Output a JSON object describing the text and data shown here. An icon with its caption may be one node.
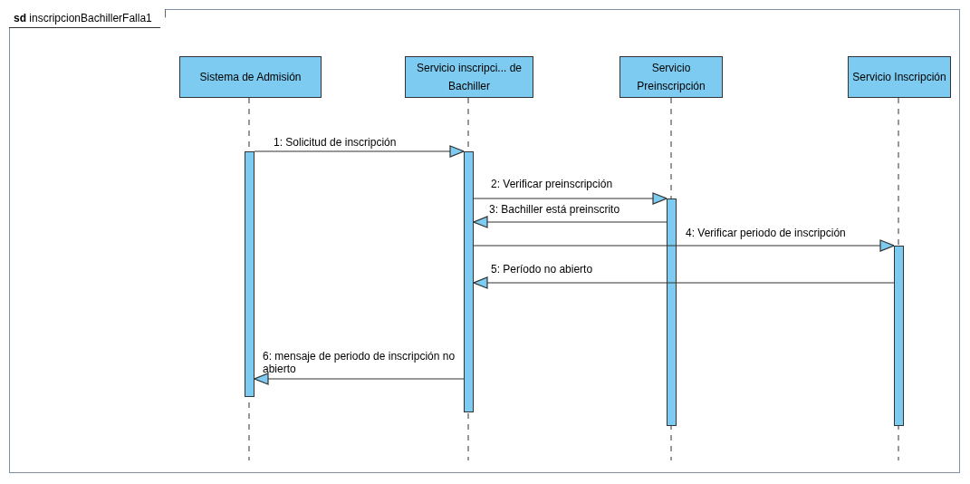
{
  "diagram": {
    "title": "**sd** inscripcionBachillerFalla1",
    "nodes": [
      {
        "text": [
          "Sistema de Admisión"
        ]
      },
      {
        "text": [
          "Servicio inscripci... de Bachiller"
        ]
      },
      {
        "text": [
          "Servicio Preinscripción"
        ]
      },
      {
        "text": [
          "Servicio Inscripción"
        ]
      },
      {
        "text": [],
        "shape": "bar"
      },
      {
        "text": [],
        "shape": "bar"
      },
      {
        "text": [],
        "shape": "bar"
      },
      {
        "text": [],
        "shape": "bar"
      }
    ],
    "edges": [
      {
        "from": 4,
        "to": 5,
        "arrow": "to",
        "label": "1: Solicitud de inscripción"
      },
      {
        "from": 5,
        "to": 6,
        "arrow": "to",
        "label": "2: Verificar preinscripción"
      },
      {
        "from": 6,
        "to": 5,
        "arrow": "to",
        "label": "3: Bachiller está preinscrito"
      },
      {
        "from": 5,
        "to": 7,
        "arrow": "to",
        "label": "4: Verificar periodo de inscripción"
      },
      {
        "from": 7,
        "to": 5,
        "arrow": "to",
        "label": "5: Período no abierto"
      },
      {
        "from": 5,
        "to": 4,
        "arrow": "to",
        "label": "6: mensaje de periodo de inscripción no abierto"
      }
    ]
  }
}
